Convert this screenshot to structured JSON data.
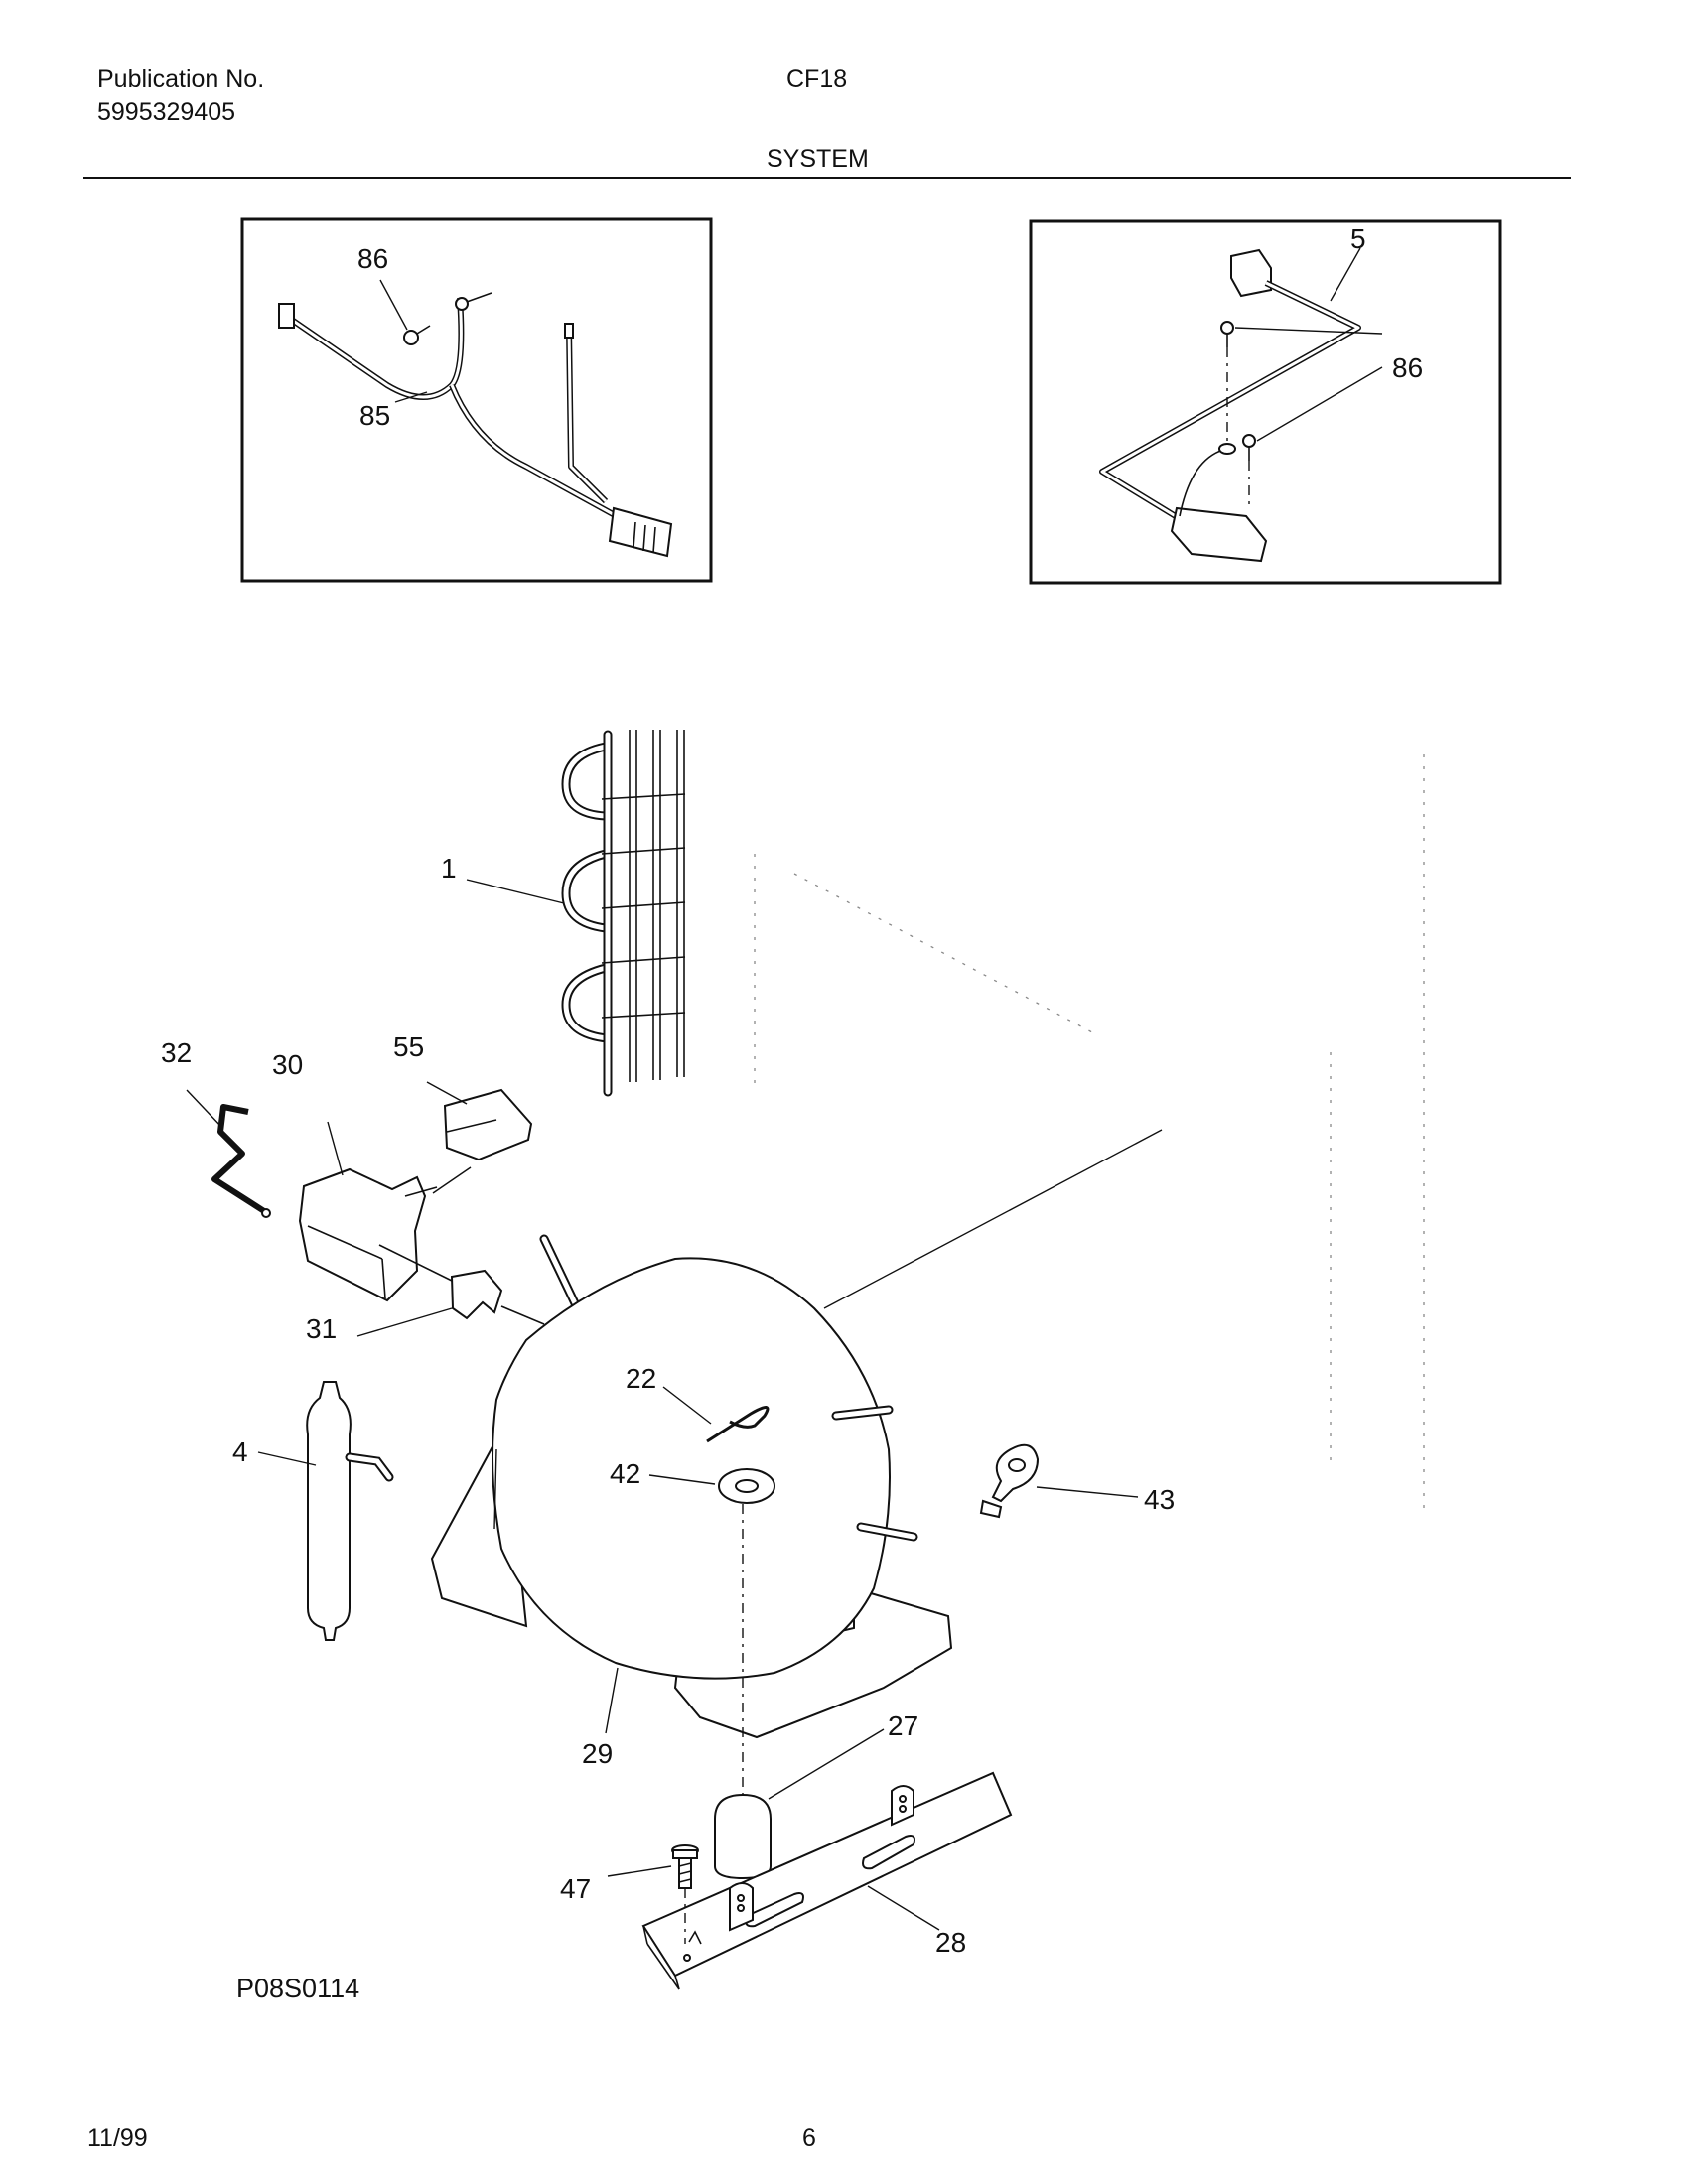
{
  "header": {
    "publication_label": "Publication No.",
    "publication_number": "5995329405",
    "model": "CF18",
    "section": "SYSTEM"
  },
  "callouts": {
    "p86a": "86",
    "p85": "85",
    "p5": "5",
    "p86b": "86",
    "p1": "1",
    "p30": "30",
    "p55": "55",
    "p32": "32",
    "p31": "31",
    "p22": "22",
    "p42": "42",
    "p4": "4",
    "p43": "43",
    "p29": "29",
    "p27": "27",
    "p47": "47",
    "p28": "28"
  },
  "footer": {
    "diagram_code": "P08S0114",
    "date": "11/99",
    "page_number": "6"
  }
}
